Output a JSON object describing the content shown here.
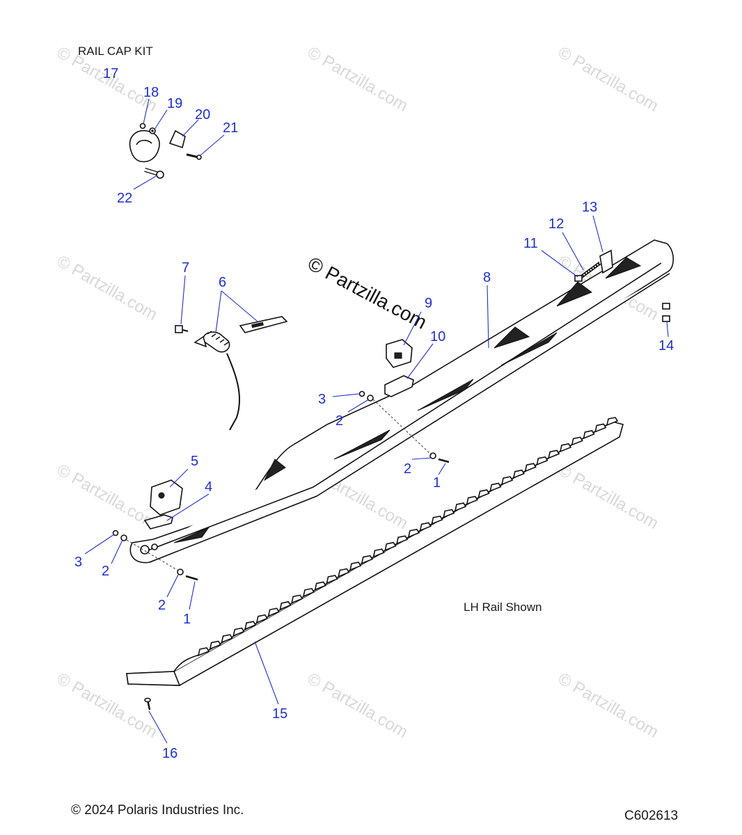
{
  "title": "RAIL CAP KIT",
  "note": "LH Rail Shown",
  "copyright": "© 2024 Polaris Industries Inc.",
  "diagram_code": "C602613",
  "watermark_main": "© Partzilla.com",
  "watermark_faint": "© Partzilla.com",
  "callout_color": "#1f2fd0",
  "callouts": {
    "c17": "17",
    "c18": "18",
    "c19": "19",
    "c20": "20",
    "c21": "21",
    "c22": "22",
    "c7": "7",
    "c6": "6",
    "c8": "8",
    "c9": "9",
    "c10": "10",
    "c11": "11",
    "c12": "12",
    "c13": "13",
    "c14": "14",
    "c3a": "3",
    "c2a": "2",
    "c2b": "2",
    "c1a": "1",
    "c5": "5",
    "c4": "4",
    "c3b": "3",
    "c2c": "2",
    "c2d": "2",
    "c1b": "1",
    "c15": "15",
    "c16": "16"
  }
}
